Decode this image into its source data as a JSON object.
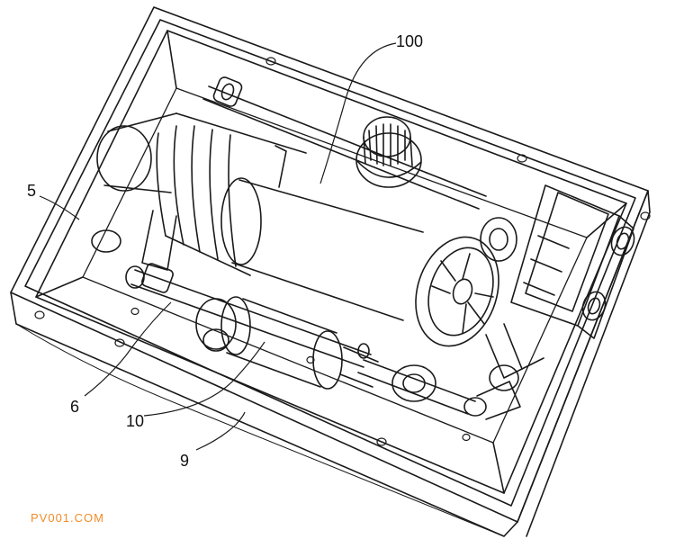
{
  "labels": {
    "l100": "100",
    "l5": "5",
    "l6": "6",
    "l10": "10",
    "l9": "9"
  },
  "watermark": {
    "text": "PV001.COM"
  },
  "colors": {
    "line": "#1a1a1a",
    "background": "#ffffff",
    "watermark": "#f28c28"
  }
}
